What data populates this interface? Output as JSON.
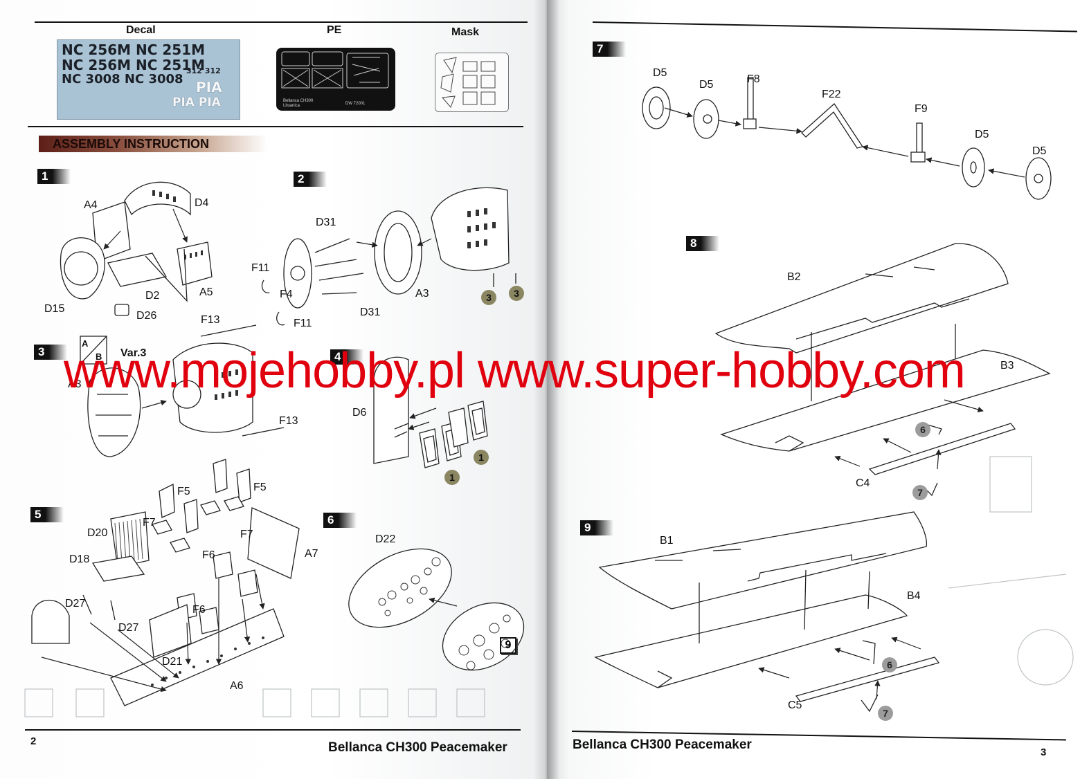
{
  "left_page": {
    "parts_header": {
      "decal": "Decal",
      "pe": "PE",
      "mask": "Mask"
    },
    "decal_sheet": {
      "rows": [
        "NC 256M NC 251M",
        "NC 256M NC 251M",
        "NC 3008 NC 3008"
      ],
      "extra": [
        "312 312",
        "PIA",
        "PIA PIA"
      ]
    },
    "pe_sheet": {
      "text_1": "Bellanca CH300",
      "text_2": "Lituanica",
      "code": "DW 72001"
    },
    "section_title": "ASSEMBLY INSTRUCTION",
    "steps": {
      "s1": {
        "num": "1",
        "labels": [
          "A4",
          "D4",
          "A5",
          "D2",
          "D15",
          "D26"
        ]
      },
      "s2": {
        "num": "2",
        "labels": [
          "D31",
          "F11",
          "F4",
          "F11",
          "A3",
          "D31"
        ],
        "callouts": [
          "3",
          "3"
        ]
      },
      "s3": {
        "num": "3",
        "var": "Var.3",
        "var_a": "A",
        "var_b": "B",
        "labels": [
          "F13",
          "A3",
          "F13"
        ]
      },
      "s4": {
        "num": "4",
        "labels": [
          "D6"
        ],
        "callouts": [
          "1",
          "1"
        ]
      },
      "s5": {
        "num": "5",
        "labels": [
          "F5",
          "F5",
          "D20",
          "F7",
          "F7",
          "D18",
          "F6",
          "A7",
          "F6",
          "D27",
          "D27",
          "D21",
          "A6"
        ]
      },
      "s6": {
        "num": "6",
        "labels": [
          "D22"
        ],
        "ref": "9"
      }
    },
    "footer": {
      "page_number": "2",
      "title": "Bellanca CH300 Peacemaker"
    }
  },
  "right_page": {
    "steps": {
      "s7": {
        "num": "7",
        "labels": [
          "D5",
          "D5",
          "F8",
          "F22",
          "F9",
          "D5",
          "D5"
        ]
      },
      "s8": {
        "num": "8",
        "labels": [
          "B2",
          "B3",
          "C4"
        ],
        "callouts": [
          "6",
          "7"
        ]
      },
      "s9": {
        "num": "9",
        "labels": [
          "B1",
          "B4",
          "C5"
        ],
        "callouts": [
          "6",
          "7"
        ]
      }
    },
    "footer": {
      "title": "Bellanca CH300 Peacemaker",
      "page_number": "3"
    }
  },
  "watermark": {
    "text": "www.mojehobby.pl www.super-hobby.com",
    "color": "#e0000e"
  },
  "colors": {
    "callout_olive": "#8b8662",
    "callout_grey": "#9c9c9c",
    "decal_bg": "#a9c3d4",
    "section_bar": "#5d1f18"
  }
}
